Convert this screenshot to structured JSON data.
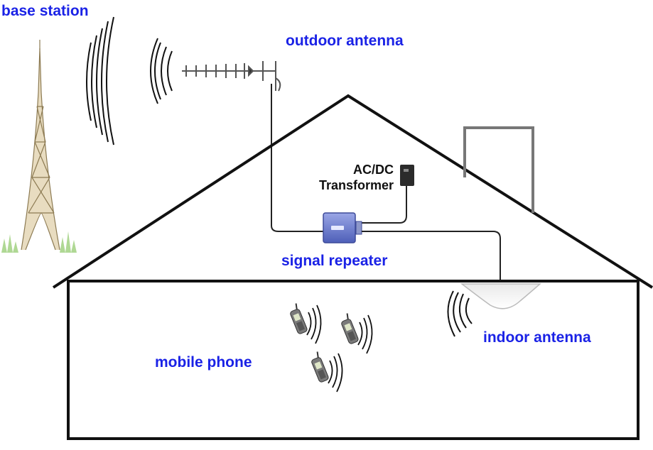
{
  "labels": {
    "base_station": "base station",
    "outdoor_antenna": "outdoor antenna",
    "ac_dc": "AC/DC",
    "transformer": "Transformer",
    "signal_repeater": "signal repeater",
    "indoor_antenna": "indoor antenna",
    "mobile_phone": "mobile phone"
  },
  "colors": {
    "label_text": "#1a22e6",
    "outline": "#111111",
    "repeater_body": "#6f7fcf",
    "tower": "#b8a27a"
  }
}
